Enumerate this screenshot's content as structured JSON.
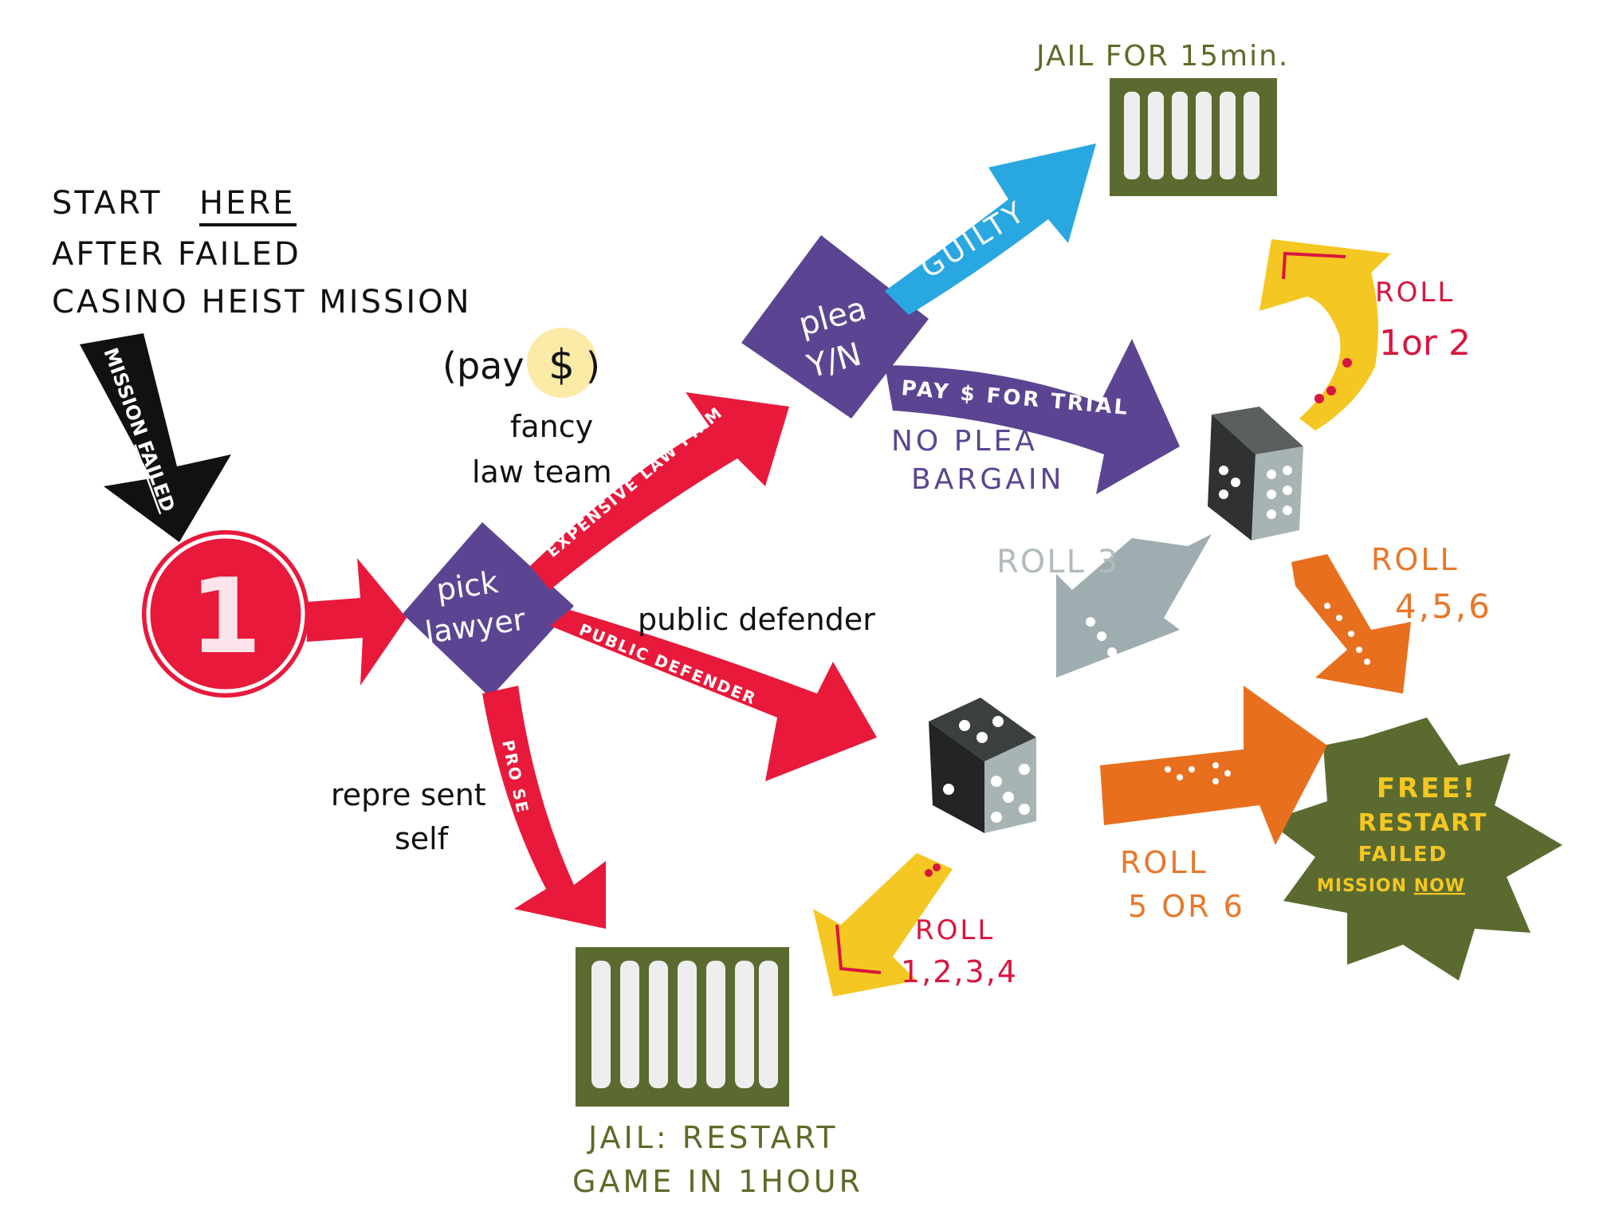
{
  "intro": {
    "line1": "START",
    "line1_emph": "HERE",
    "line2": "AFTER FAILED",
    "line3": "CASINO HEIST MISSION"
  },
  "mission_failed_arrow": {
    "part1": "MISSION ",
    "part2": "FAILED"
  },
  "start_circle": {
    "number": "1"
  },
  "pick_lawyer": {
    "line1": "pick",
    "line2": "lawyer"
  },
  "fancy_note": {
    "pay_open": "(pay",
    "dollar": "$",
    "pay_close": ")",
    "line1": "fancy",
    "line2": "law team"
  },
  "public_defender_note": "public defender",
  "represent_note": {
    "line1": "repre sent",
    "line2": "self"
  },
  "arrows": {
    "expensive": "EXPENSIVE LAW FIRM",
    "public": "PUBLIC DEFENDER",
    "pro_se": "PRO SE",
    "guilty": "GUILTY",
    "trial": "PAY $ FOR TRIAL"
  },
  "plea": {
    "line1": "plea",
    "line2": "Y/N"
  },
  "no_plea": {
    "line1": "NO PLEA",
    "line2": "BARGAIN"
  },
  "jail_top": {
    "label": "JAIL FOR 15min."
  },
  "jail_bottom": {
    "line1": "JAIL: RESTART",
    "line2": "GAME IN 1HOUR"
  },
  "roll_labels": {
    "r12": {
      "line1": "ROLL",
      "line2": "1or 2"
    },
    "r3": "ROLL 3",
    "r456": {
      "line1": "ROLL",
      "line2": "4,5,6"
    },
    "r56": {
      "line1": "ROLL",
      "line2": "5 OR 6"
    },
    "r1234": {
      "line1": "ROLL",
      "line2": "1,2,3,4"
    }
  },
  "free_star": {
    "line1": "FREE!",
    "line2": "RESTART",
    "line3": "FAILED",
    "line4": "MISSION",
    "line4_emph": "NOW"
  },
  "colors": {
    "red": "#e8193b",
    "purple": "#5b4592",
    "blue": "#29a7e1",
    "black": "#111111",
    "yellow": "#f5c722",
    "grey": "#9eadb0",
    "orange": "#e86f1e",
    "olive": "#5b6b30",
    "dark_olive_text": "#5e6b28",
    "roll_red_text": "#d8163f",
    "roll_orange_text": "#e8772a",
    "roll_grey_text": "#b3bbbd",
    "purple_text": "#5b4592"
  }
}
